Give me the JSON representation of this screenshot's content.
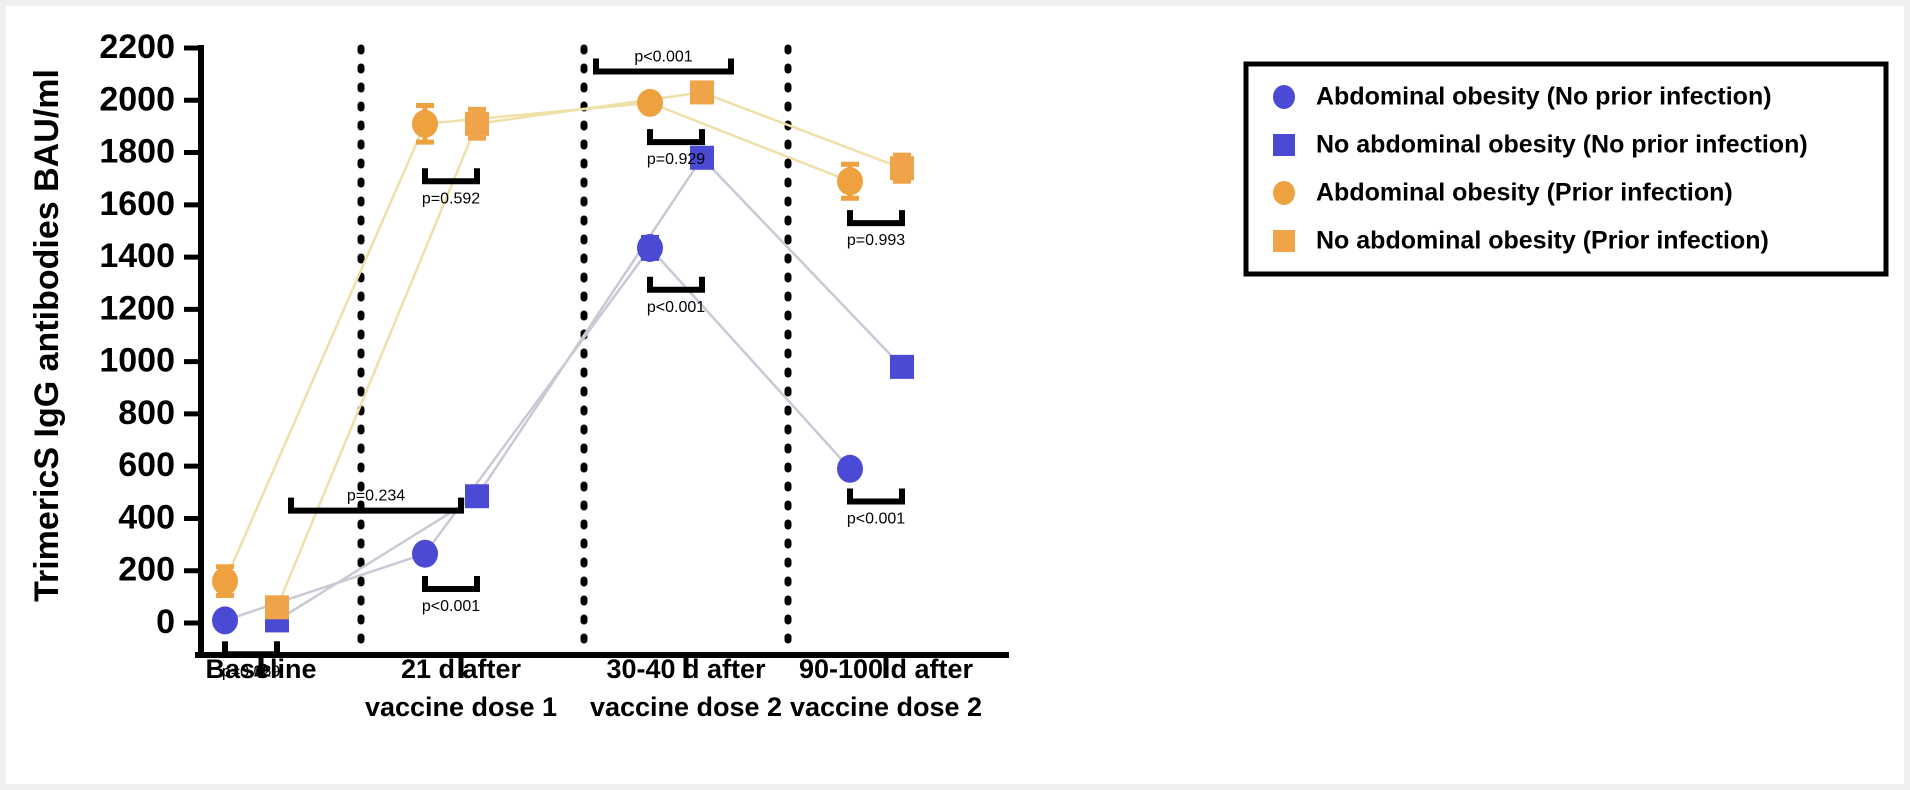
{
  "chart_data": {
    "type": "line",
    "title": "",
    "xlabel": "",
    "ylabel": "TrimericS IgG antibodies BAU/ml",
    "ylim": [
      0,
      2200
    ],
    "ytick_values": [
      0,
      200,
      400,
      600,
      800,
      1000,
      1200,
      1400,
      1600,
      1800,
      2000,
      2200
    ],
    "ytick_labels": [
      "0",
      "200",
      "400",
      "600",
      "800",
      "1000",
      "1200",
      "1400",
      "1600",
      "1800",
      "2000",
      "2200"
    ],
    "grid": false,
    "legend_position": "right",
    "categories": [
      "Baseline",
      "21 d after\nvaccine dose 1",
      "30-40 d after\nvaccine dose 2",
      "90-100 d after\nvaccine dose 2"
    ],
    "category_lines": [
      [
        "Baseline",
        ""
      ],
      [
        "21 d after",
        "vaccine dose 1"
      ],
      [
        "30-40 d after",
        "vaccine dose 2"
      ],
      [
        "90-100 d after",
        "vaccine dose 2"
      ]
    ],
    "series": [
      {
        "name": "Abdominal obesity (No prior infection)",
        "marker": "circle",
        "color": "#4a4ad4",
        "values": [
          10,
          265,
          1435,
          590
        ],
        "err_low": [
          10,
          25,
          40,
          30
        ],
        "err_high": [
          10,
          25,
          40,
          30
        ]
      },
      {
        "name": "No abdominal obesity (No prior infection)",
        "marker": "square",
        "color": "#4a4ad4",
        "values": [
          10,
          485,
          1780,
          980
        ],
        "err_low": [
          8,
          15,
          12,
          20
        ],
        "err_high": [
          8,
          15,
          12,
          20
        ]
      },
      {
        "name": "Abdominal obesity (Prior infection)",
        "marker": "circle",
        "color": "#eda13f",
        "values": [
          160,
          1910,
          1990,
          1690
        ],
        "err_low": [
          55,
          70,
          20,
          65
        ],
        "err_high": [
          55,
          70,
          20,
          65
        ]
      },
      {
        "name": "No abdominal obesity (Prior infection)",
        "marker": "square",
        "color": "#f0a44a",
        "values": [
          60,
          1910,
          2030,
          1740
        ],
        "err_low": [
          20,
          55,
          18,
          50
        ],
        "err_high": [
          20,
          55,
          18,
          50
        ]
      }
    ],
    "annotations": [
      {
        "text": "p=0.260",
        "group": 0,
        "span": "blue-pair",
        "value": -120
      },
      {
        "text": "p=0.029",
        "group": 0,
        "span": "orange-pair",
        "value": -120
      },
      {
        "text": "p=0.234",
        "group": 0,
        "span": "cross",
        "value": 430
      },
      {
        "text": "p<0.001",
        "group": 1,
        "span": "blue-pair",
        "value": 130
      },
      {
        "text": "p=0.592",
        "group": 1,
        "span": "orange-pair",
        "value": 1690
      },
      {
        "text": "p<0.001",
        "group": 1,
        "span": "cross",
        "value": 2110
      },
      {
        "text": "p<0.001",
        "group": 2,
        "span": "blue-pair",
        "value": 1275
      },
      {
        "text": "p=0.929",
        "group": 2,
        "span": "orange-pair",
        "value": 1840
      },
      {
        "text": "p<0.001",
        "group": 3,
        "span": "blue-pair",
        "value": 465
      },
      {
        "text": "p=0.993",
        "group": 3,
        "span": "orange-pair",
        "value": 1530
      }
    ]
  },
  "legend": {
    "items": [
      {
        "label": "Abdominal obesity (No prior infection)",
        "marker": "circle",
        "color": "#4a4ad4",
        "name": "legend-item-abdominal-obesity-no-prior-infection"
      },
      {
        "label": "No abdominal obesity (No prior infection)",
        "marker": "square",
        "color": "#4a4ad4",
        "name": "legend-item-no-abdominal-obesity-no-prior-infection"
      },
      {
        "label": "Abdominal obesity (Prior infection)",
        "marker": "circle",
        "color": "#eda13f",
        "name": "legend-item-abdominal-obesity-prior-infection"
      },
      {
        "label": "No abdominal obesity (Prior infection)",
        "marker": "square",
        "color": "#f0a44a",
        "name": "legend-item-no-abdominal-obesity-prior-infection"
      }
    ]
  },
  "colors": {
    "blue": "#4a4ad4",
    "orange_circle": "#eda13f",
    "orange_square": "#f0a44a",
    "blue_line": "#c9c9d6",
    "orange_line": "#efdfa8",
    "axis": "#000000",
    "background": "#ffffff"
  }
}
